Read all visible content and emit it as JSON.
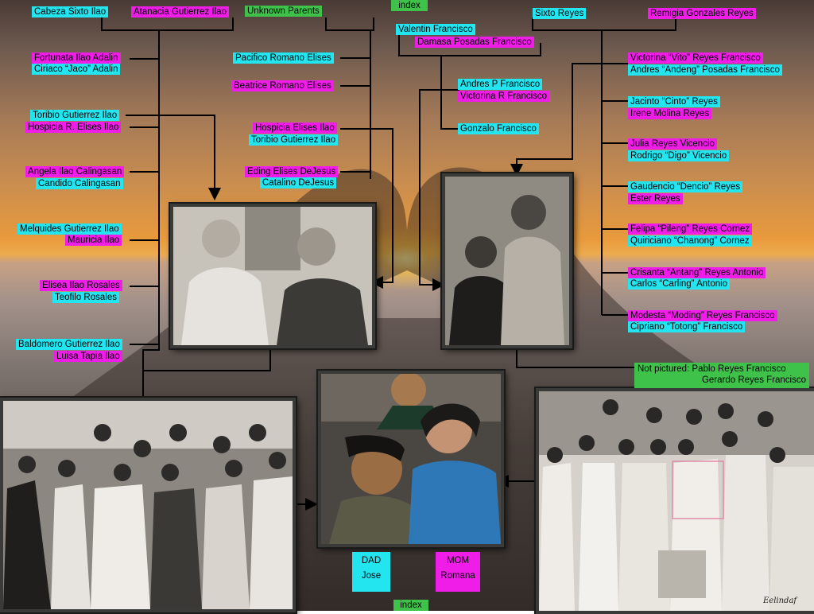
{
  "nav": {
    "index_top": "index",
    "index_bottom": "index"
  },
  "left_parents": {
    "father": "Cabeza Sixto Ilao",
    "mother": "Atanacia Gutierrez Ilao"
  },
  "left_children": [
    {
      "a": "Fortunata Ilao Adalin",
      "b": "Ciriaco “Jaco” Adalin"
    },
    {
      "a": "Toribio Gutierrez Ilao",
      "b": "Hospicia R. Elises Ilao"
    },
    {
      "a": "Angela Ilao Calingasan",
      "b": "Candido Calingasan"
    },
    {
      "a": "Melquides Gutierrez Ilao",
      "b": "Mauricia Ilao"
    },
    {
      "a": "Elisea Ilao Rosales",
      "b": "Teofilo Rosales"
    },
    {
      "a": "Baldomero Gutierrez Ilao",
      "b": "Luisa Tapia Ilao"
    }
  ],
  "mid_left": {
    "parents": "Unknown Parents",
    "children": [
      "Pacifico Romano Elises",
      "Beatrice Romano Elises",
      {
        "a": "Hospicia Elises Ilao",
        "b": "Toribio Gutierrez Ilao"
      },
      {
        "a": "Eding Elises DeJesus",
        "b": "Catalino DeJesus"
      }
    ]
  },
  "mid_right": {
    "father": "Valentin Francisco",
    "mother": "Damasa Posadas Francisco",
    "children": [
      {
        "a": "Andres P Francisco",
        "b": "Victorina R Francisco"
      },
      "Gonzalo Francisco"
    ]
  },
  "right_parents": {
    "father": "Sixto Reyes",
    "mother": "Remigia Gonzales Reyes"
  },
  "right_children": [
    {
      "a": "Victorina “Vito” Reyes Francisco",
      "b": "Andres “Andeng” Posadas Francisco"
    },
    {
      "a": "Jacinto “Cinto” Reyes",
      "b": "Irene Molina Reyes"
    },
    {
      "a": "Julia Reyes Vicencio",
      "b": "Rodrigo “Digo” Vicencio"
    },
    {
      "a": "Gaudencio “Dencio” Reyes",
      "b": "Ester Reyes"
    },
    {
      "a": "Felipa “Pileng” Reyes Cornez",
      "b": "Quiriciano “Chanong” Cornez"
    },
    {
      "a": "Crisanta “Antang” Reyes Antonio",
      "b": "Carlos “Carling” Antonio"
    },
    {
      "a": "Modesta “Moding” Reyes Francisco",
      "b": "Cipriano “Totong” Francisco"
    }
  ],
  "not_pictured": {
    "line1": "Not pictured: Pablo Reyes Francisco",
    "line2": "Gerardo Reyes Francisco"
  },
  "parents": {
    "dad_title": "DAD",
    "dad_name": "Jose",
    "mom_title": "MOM",
    "mom_name": "Romana"
  },
  "photos": {
    "signature": "Eelindaf"
  },
  "colors": {
    "male": "#22e5f0",
    "female": "#f01ce8",
    "note": "#3fc24a"
  }
}
